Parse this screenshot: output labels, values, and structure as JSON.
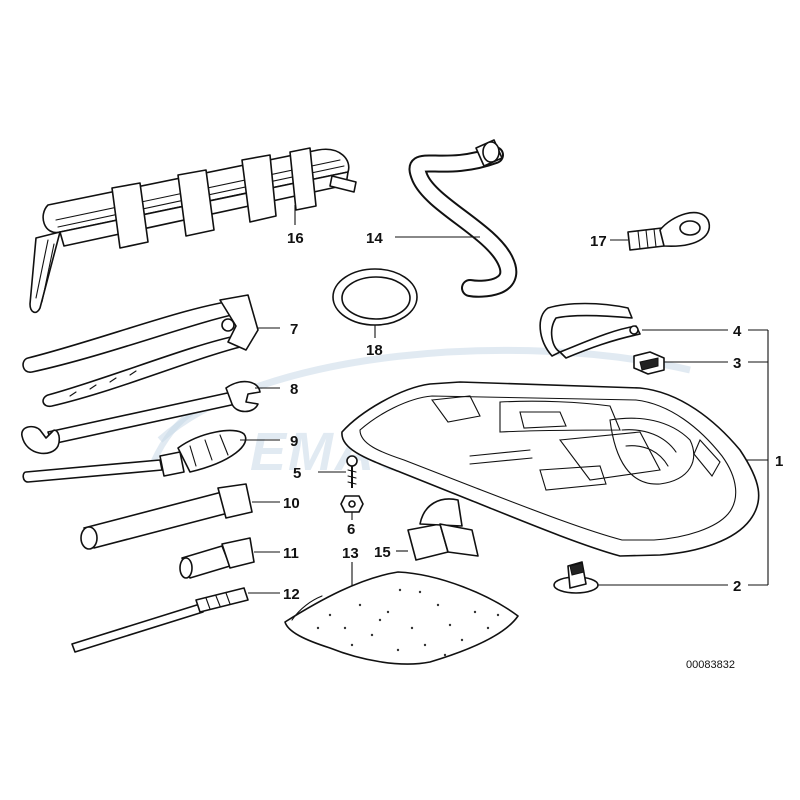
{
  "watermark": "EMAUTO.EU",
  "drawing_number": "00083832",
  "callouts": {
    "c1": "1",
    "c2": "2",
    "c3": "3",
    "c4": "4",
    "c5": "5",
    "c6": "6",
    "c7": "7",
    "c8": "8",
    "c9": "9",
    "c10": "10",
    "c11": "11",
    "c12": "12",
    "c13": "13",
    "c14": "14",
    "c15": "15",
    "c16": "16",
    "c17": "17",
    "c18": "18"
  }
}
